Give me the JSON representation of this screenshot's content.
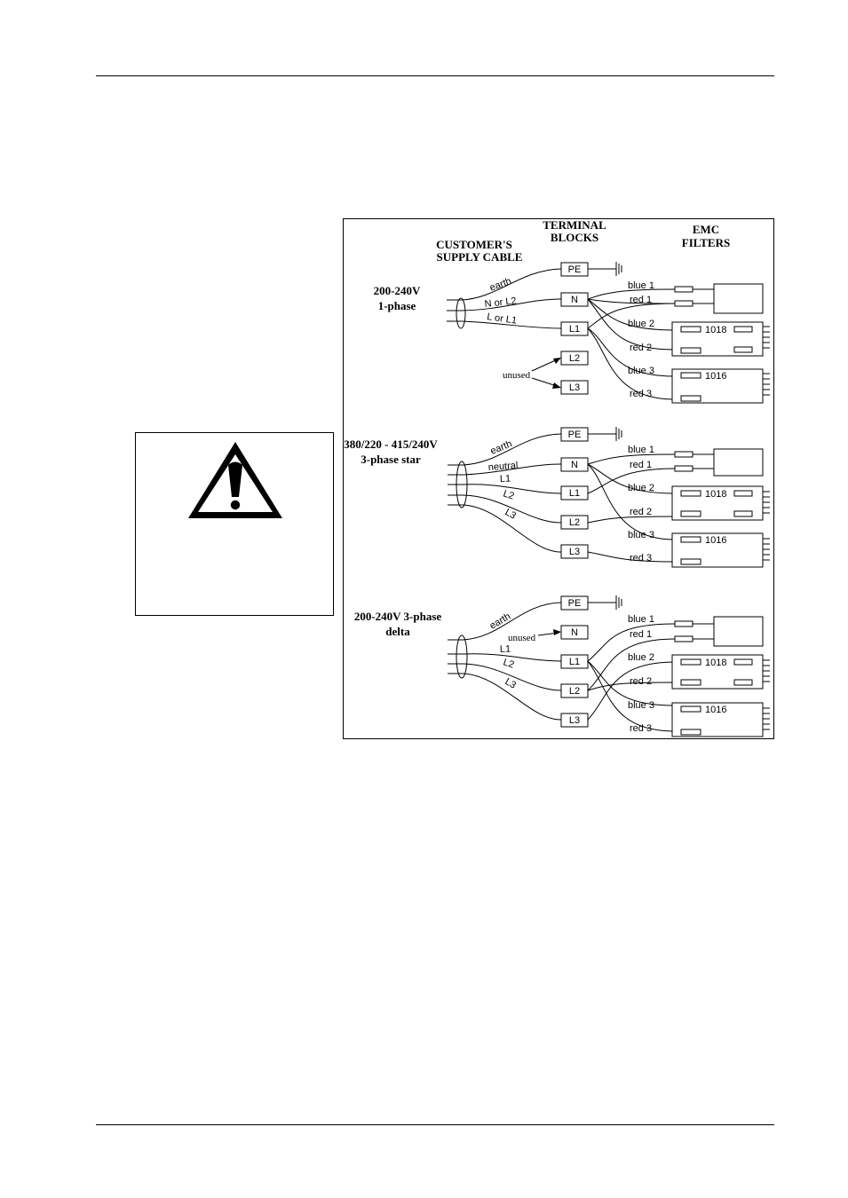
{
  "headings": {
    "customer": [
      "CUSTOMER'S",
      "SUPPLY  CABLE"
    ],
    "terminal": [
      "TERMINAL",
      "BLOCKS"
    ],
    "emc": [
      "EMC",
      "FILTERS"
    ]
  },
  "sections": [
    {
      "title_lines": [
        "200-240V",
        "1-phase"
      ],
      "cable_labels": [
        "earth",
        "N  or  L2",
        "L  or  L1"
      ],
      "terminals": [
        "PE",
        "N",
        "L1",
        "L2",
        "L3"
      ],
      "unused_label": "unused",
      "wire_labels": [
        "blue  1",
        "red  1",
        "blue  2",
        "red  2",
        "blue  3",
        "red  3"
      ],
      "filter_ids": [
        "1018",
        "1016"
      ]
    },
    {
      "title_lines": [
        "380/220  -  415/240V",
        "3-phase  star"
      ],
      "cable_labels": [
        "earth",
        "neutral",
        "L1",
        "L2",
        "L3"
      ],
      "terminals": [
        "PE",
        "N",
        "L1",
        "L2",
        "L3"
      ],
      "wire_labels": [
        "blue  1",
        "red  1",
        "blue  2",
        "red  2",
        "blue  3",
        "red  3"
      ],
      "filter_ids": [
        "1018",
        "1016"
      ]
    },
    {
      "title_lines": [
        "200-240V  3-phase",
        "delta"
      ],
      "cable_labels": [
        "earth",
        "L1",
        "L2",
        "L3"
      ],
      "terminals": [
        "PE",
        "N",
        "L1",
        "L2",
        "L3"
      ],
      "unused_label": "unused",
      "wire_labels": [
        "blue  1",
        "red  1",
        "blue  2",
        "red  2",
        "blue  3",
        "red  3"
      ],
      "filter_ids": [
        "1018",
        "1016"
      ]
    }
  ],
  "icons": {
    "warning": "warning-triangle-icon",
    "earth": "earth-ground-icon"
  }
}
